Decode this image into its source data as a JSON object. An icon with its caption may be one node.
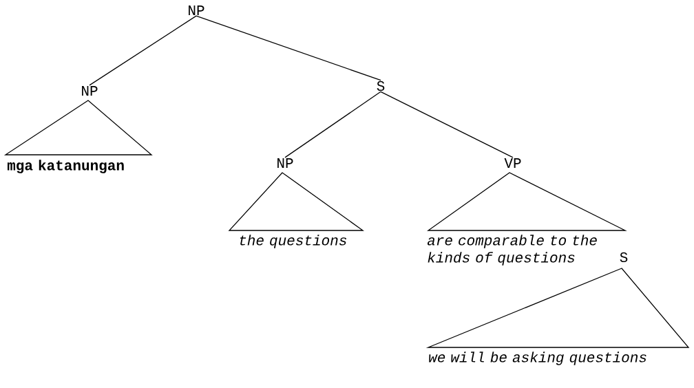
{
  "diagram": {
    "nodes": [
      {
        "text": [
          "NP"
        ]
      },
      {
        "text": [
          "NP"
        ]
      },
      {
        "text": [
          "mga katanungan"
        ]
      },
      {
        "text": [
          "S"
        ]
      },
      {
        "text": [
          "NP"
        ]
      },
      {
        "text": [
          "the questions"
        ]
      },
      {
        "text": [
          "VP"
        ]
      },
      {
        "text": [
          "are comparable to the kinds of questions"
        ]
      },
      {
        "text": [
          "S"
        ]
      },
      {
        "text": [
          "we will be asking questions"
        ]
      }
    ],
    "edges": [
      {
        "from": 0,
        "to": 1,
        "arrow": "none"
      },
      {
        "from": 0,
        "to": 3,
        "arrow": "none"
      },
      {
        "from": 3,
        "to": 4,
        "arrow": "none"
      },
      {
        "from": 3,
        "to": 6,
        "arrow": "none"
      }
    ]
  }
}
